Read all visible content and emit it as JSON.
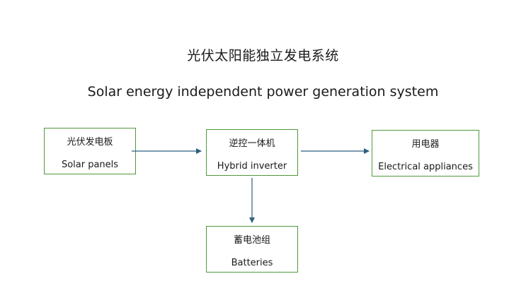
{
  "diagram": {
    "title_cn": "光伏太阳能独立发电系统",
    "title_en": "Solar energy independent power generation system",
    "nodes": {
      "solar": {
        "cn": "光伏发电板",
        "en": "Solar panels"
      },
      "inverter": {
        "cn": "逆控一体机",
        "en": "Hybrid inverter"
      },
      "appliances": {
        "cn": "用电器",
        "en": "Electrical appliances"
      },
      "batteries": {
        "cn": "蓄电池组",
        "en": "Batteries"
      }
    },
    "colors": {
      "border": "#4e9a3a",
      "arrow": "#2f5f80"
    }
  }
}
